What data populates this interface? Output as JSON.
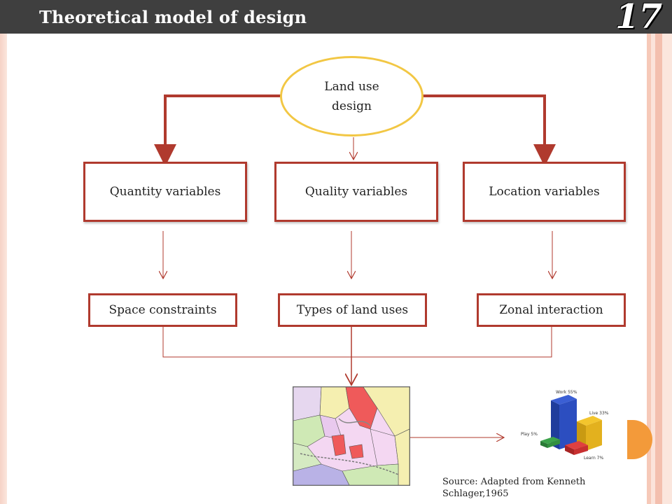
{
  "header": {
    "title": "Theoretical model of design",
    "slide_number": "17"
  },
  "diagram": {
    "root": {
      "line1": "Land use",
      "line2": "design"
    },
    "variables": [
      "Quantity variables",
      "Quality variables",
      "Location variables"
    ],
    "outcomes": [
      "Space constraints",
      "Types of land uses",
      "Zonal interaction"
    ]
  },
  "figure_labels": {
    "cubes": {
      "work": "Work 55%",
      "live": "Live 33%",
      "play": "Play 5%",
      "learn": "Learn 7%"
    }
  },
  "source": {
    "line1": "Source: Adapted from Kenneth",
    "line2": "Schlager,1965"
  },
  "colors": {
    "accent": "#b03a2e",
    "ellipse_border": "#f2c744",
    "header_bg": "#3f3f3f"
  }
}
